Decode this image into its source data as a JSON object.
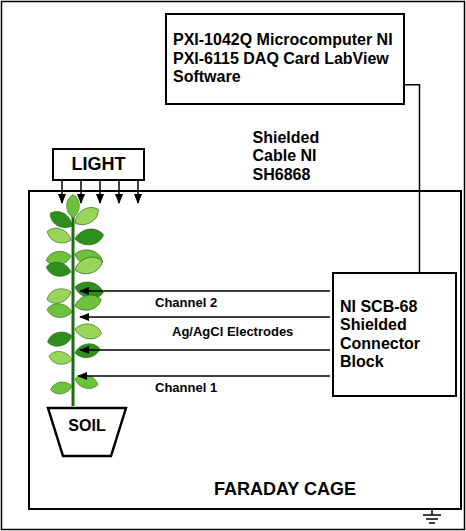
{
  "diagram": {
    "nodes": [
      {
        "text": [
          "PXI-1042Q Microcomputer NI PXI-6115 DAQ Card LabView Software"
        ]
      },
      {
        "text": [
          "LIGHT"
        ]
      },
      {
        "text": [
          "FARADAY CAGE"
        ]
      },
      {
        "text": [
          "NI SCB-68 Shielded Connector Block"
        ],
        "in": 2
      },
      {
        "text": [
          "SOIL"
        ],
        "in": 2
      }
    ],
    "edges": [
      {
        "from": 0,
        "to": 3,
        "arrow": "none",
        "label": "Shielded Cable NI SH6868"
      }
    ],
    "labels": [
      "Channel 2",
      "Ag/AgCl Electrodes",
      "Channel 1"
    ]
  }
}
